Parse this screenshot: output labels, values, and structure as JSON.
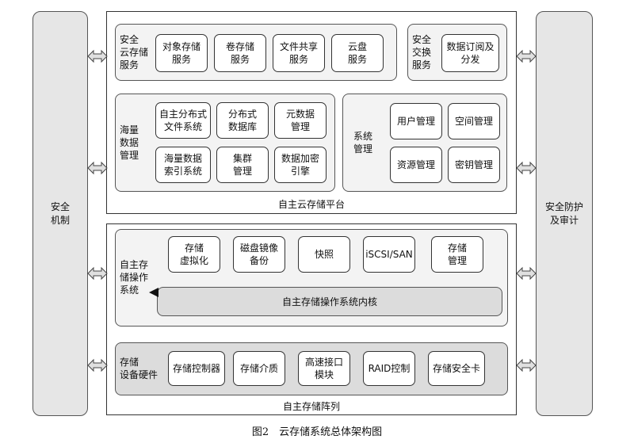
{
  "left_pillar": "安全\n机制",
  "right_pillar": "安全防护\n及审计",
  "platform": {
    "caption": "自主云存储平台",
    "cloud_services": {
      "label": "安全\n云存储\n服务",
      "items": [
        "对象存储\n服务",
        "卷存储\n服务",
        "文件共享\n服务",
        "云盘\n服务"
      ]
    },
    "exchange": {
      "label": "安全\n交换\n服务",
      "item": "数据订阅及\n分发"
    },
    "massive": {
      "label": "海量\n数据\n管理",
      "items": [
        "自主分布式\n文件系统",
        "分布式\n数据库",
        "元数据\n管理",
        "海量数据\n索引系统",
        "集群\n管理",
        "数据加密\n引擎"
      ]
    },
    "system_mgmt": {
      "label": "系统\n管理",
      "items": [
        "用户管理",
        "空间管理",
        "资源管理",
        "密钥管理"
      ]
    }
  },
  "array": {
    "caption": "自主存储阵列",
    "os": {
      "label": "自主存\n储操作\n系统",
      "items": [
        "存储\n虚拟化",
        "磁盘镜像\n备份",
        "快照",
        "iSCSI/SAN",
        "存储\n管理"
      ],
      "kernel": "自主存储操作系统内核"
    },
    "hardware": {
      "label": "存储\n设备硬件",
      "items": [
        "存储控制器",
        "存储介质",
        "高速接口\n模块",
        "RAID控制",
        "存储安全卡"
      ]
    }
  },
  "figure_caption": "图2　云存储系统总体架构图"
}
